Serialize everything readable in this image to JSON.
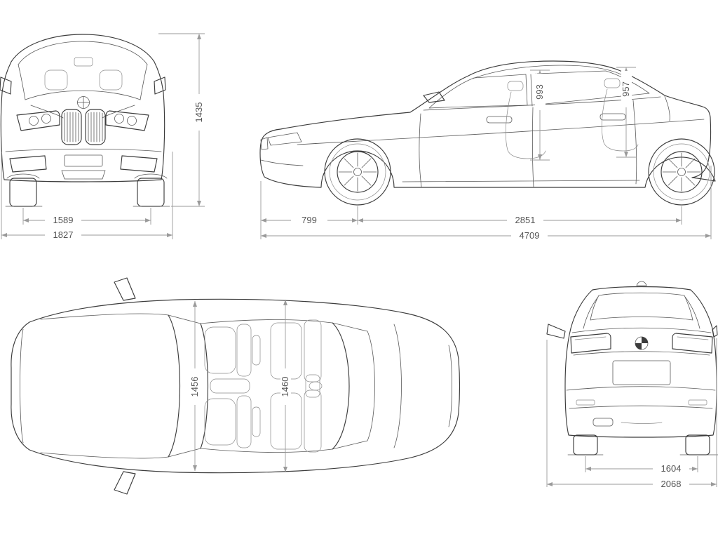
{
  "page": {
    "background_color": "#ffffff",
    "outline_color": "#3c3c3c",
    "dimension_line_color": "#9a9a9a",
    "label_color": "#555555"
  },
  "views": {
    "front": {
      "height": "1435",
      "front_track": "1589",
      "overall_width": "1827"
    },
    "side": {
      "front_interior_height": "993",
      "rear_interior_height": "957",
      "front_overhang": "799",
      "wheelbase": "2851",
      "overall_length": "4709"
    },
    "top": {
      "front_interior_width": "1456",
      "rear_interior_width": "1460"
    },
    "rear": {
      "rear_track": "1604",
      "width_with_mirrors": "2068"
    }
  }
}
